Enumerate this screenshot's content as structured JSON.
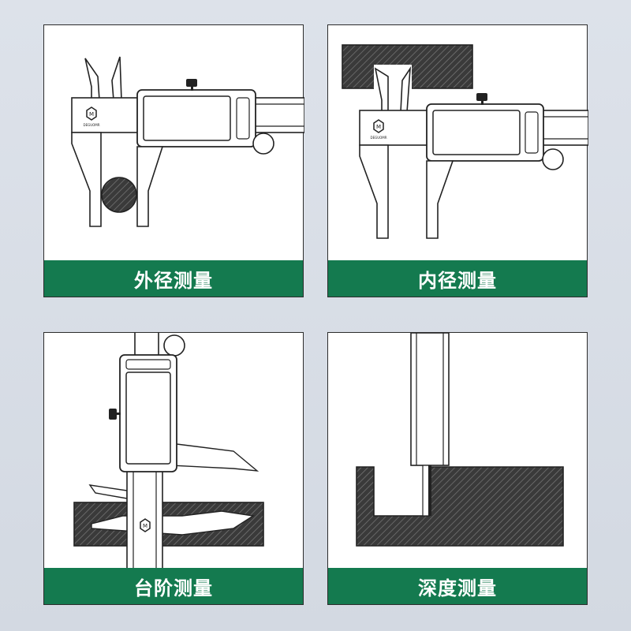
{
  "panels": [
    {
      "id": "outer",
      "label": "外径测量"
    },
    {
      "id": "inner",
      "label": "内径测量"
    },
    {
      "id": "step",
      "label": "台阶测量"
    },
    {
      "id": "depth",
      "label": "深度测量"
    }
  ],
  "brand": {
    "logo_text": "DEGUOMR"
  },
  "colors": {
    "label_bg": "#147a4f",
    "label_text": "#ffffff",
    "page_bg": "#d9dee6",
    "hatch": "#3a3a3a"
  }
}
